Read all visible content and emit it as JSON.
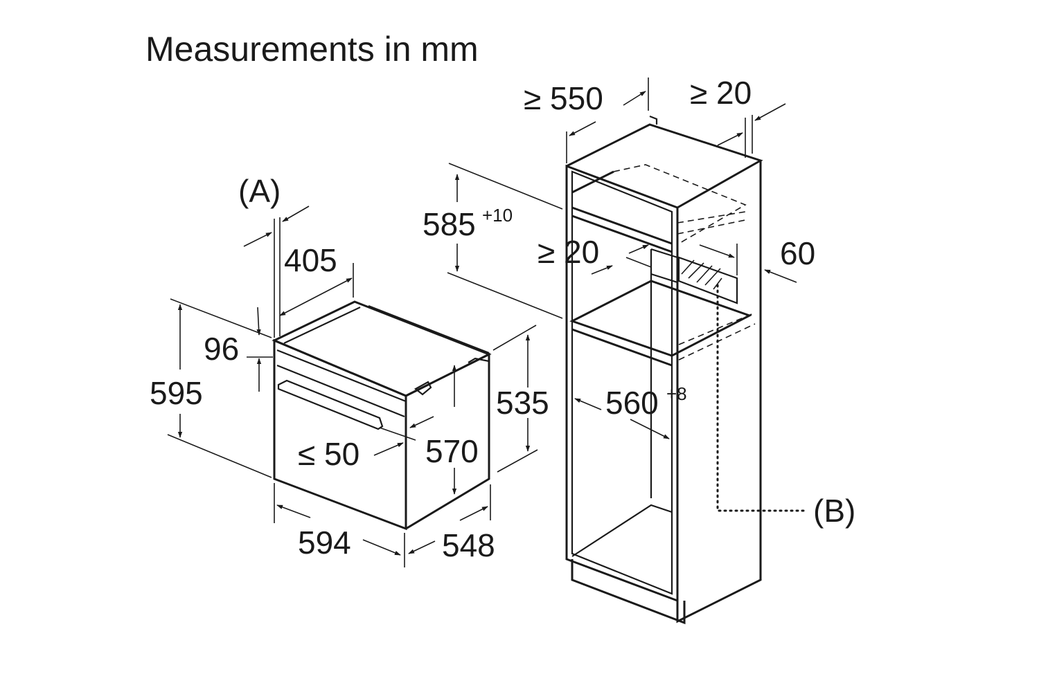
{
  "title": "Measurements in mm",
  "oven": {
    "label_a": "(A)",
    "dim_depth_top": "405",
    "dim_panel": "96",
    "dim_height": "595",
    "dim_gap": "≤ 50",
    "dim_width": "594",
    "dim_depth": "548",
    "dim_side_height": "535",
    "dim_body_height": "570"
  },
  "cabinet": {
    "dim_depth_min": "≥ 550",
    "dim_top_gap": "≥ 20",
    "dim_opening_height": "585",
    "dim_opening_height_tol": "+10",
    "dim_rear_gap": "≥ 20",
    "dim_vent": "60",
    "dim_opening_width": "560",
    "dim_opening_width_tol": "+8",
    "label_b": "(B)"
  }
}
